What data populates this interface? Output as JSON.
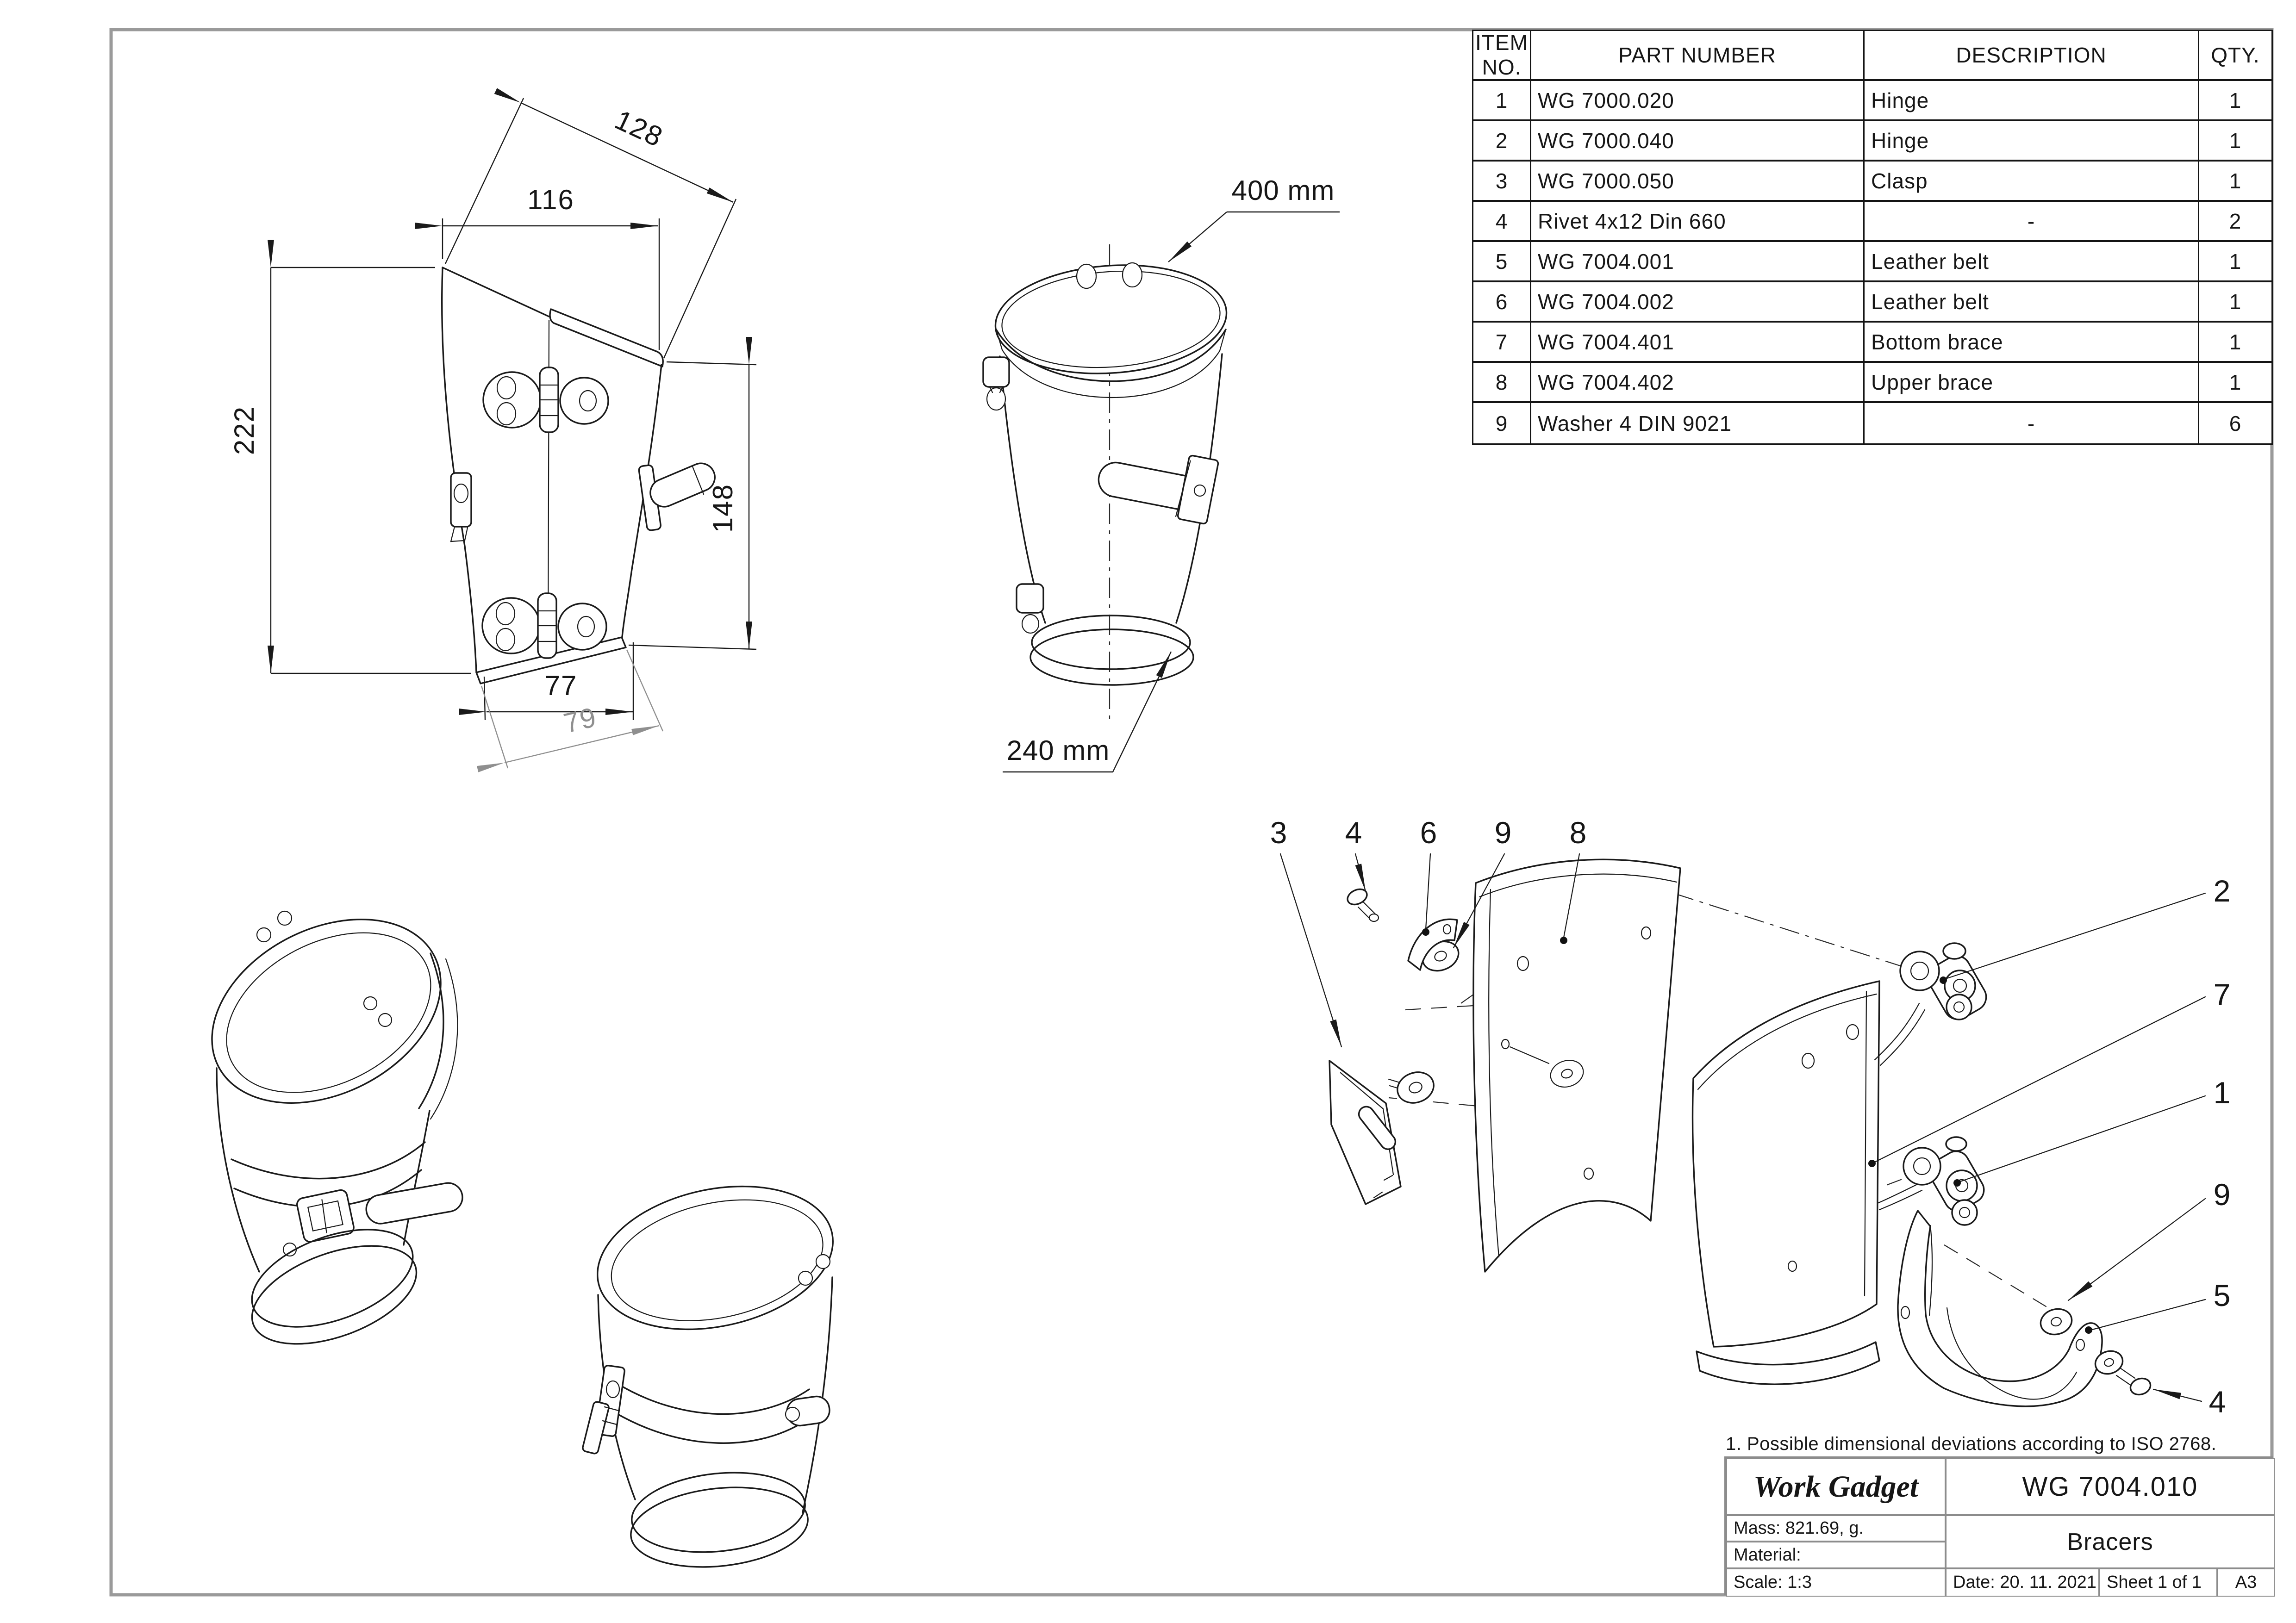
{
  "note": "1. Possible dimensional deviations according to ISO 2768.",
  "colors": {
    "line": "#1a1a1a",
    "dim_gray": "#8f8f8f",
    "frame_gray": "#9a9a9a",
    "text": "#161616"
  },
  "parts_table": {
    "headers": {
      "item": "ITEM NO.",
      "part_number": "PART NUMBER",
      "description": "DESCRIPTION",
      "qty": "QTY."
    },
    "rows": [
      {
        "item": "1",
        "part_number": "WG 7000.020",
        "description": "Hinge",
        "qty": "1"
      },
      {
        "item": "2",
        "part_number": "WG 7000.040",
        "description": "Hinge",
        "qty": "1"
      },
      {
        "item": "3",
        "part_number": "WG 7000.050",
        "description": "Clasp",
        "qty": "1"
      },
      {
        "item": "4",
        "part_number": "Rivet 4x12 Din 660",
        "description": "-",
        "qty": "2"
      },
      {
        "item": "5",
        "part_number": "WG 7004.001",
        "description": "Leather belt",
        "qty": "1"
      },
      {
        "item": "6",
        "part_number": "WG 7004.002",
        "description": "Leather belt",
        "qty": "1"
      },
      {
        "item": "7",
        "part_number": "WG 7004.401",
        "description": "Bottom brace",
        "qty": "1"
      },
      {
        "item": "8",
        "part_number": "WG 7004.402",
        "description": "Upper brace",
        "qty": "1"
      },
      {
        "item": "9",
        "part_number": "Washer 4 DIN 9021",
        "description": "-",
        "qty": "6"
      }
    ]
  },
  "title_block": {
    "company": "Work Gadget",
    "drawing_number": "WG 7004.010",
    "mass": "Mass: 821.69, g.",
    "material": "Material:",
    "title": "Bracers",
    "scale": "Scale: 1:3",
    "date": "Date: 20. 11. 2021",
    "sheet": "Sheet 1 of 1",
    "format": "A3"
  },
  "front_view": {
    "dims": {
      "slant_width": "128",
      "top_width": "116",
      "height": "222",
      "right_height": "148",
      "bottom_width": "77",
      "bottom_slant_width": "79"
    }
  },
  "perspective_view": {
    "top_circumference": "400 mm",
    "bottom_circumference": "240 mm"
  },
  "exploded_view": {
    "callouts": {
      "c3": "3",
      "c4": "4",
      "c6": "6",
      "c9a": "9",
      "c8": "8",
      "c2": "2",
      "c7": "7",
      "c1": "1",
      "c9b": "9",
      "c5": "5",
      "c4b": "4"
    }
  }
}
